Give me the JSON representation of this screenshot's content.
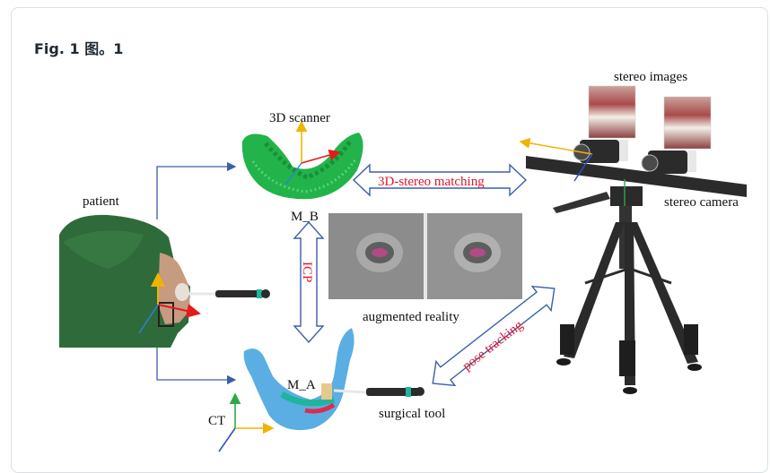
{
  "figure": {
    "caption": "Fig. 1 图。1",
    "labels": {
      "scanner": "3D scanner",
      "patient": "patient",
      "mb": "M_B",
      "ma": "M_A",
      "stereo_images": "stereo images",
      "stereo_camera": "stereo camera",
      "augmented_reality": "augmented reality",
      "surgical_tool": "surgical tool",
      "ct": "CT"
    },
    "arrows": {
      "matching": "3D-stereo matching",
      "icp": "ICP",
      "tracking": "pose tracking"
    },
    "colors": {
      "arrow_blue": "#3a5fad",
      "label_red": "#e0142b",
      "scanner_green": "#22b34a",
      "jaw_blue": "#5aaee3",
      "gown_green": "#2f6b3a",
      "tripod": "#2b2b2b"
    }
  }
}
